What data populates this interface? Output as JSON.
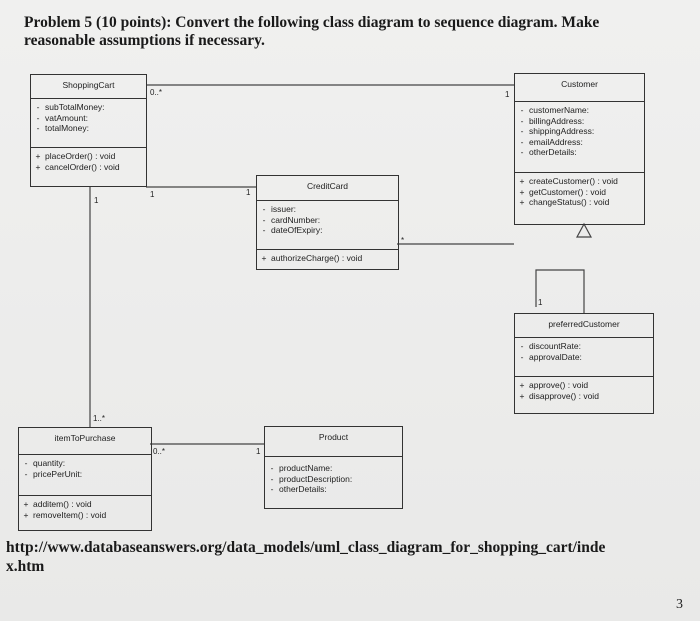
{
  "problem": {
    "line1": "Problem 5 (10 points): Convert the following class diagram to sequence diagram. Make",
    "line2": "reasonable assumptions if necessary."
  },
  "classes": {
    "shopping_cart": {
      "name": "ShoppingCart",
      "attributes": [
        {
          "vis": "-",
          "text": "subTotalMoney:"
        },
        {
          "vis": "-",
          "text": "vatAmount:"
        },
        {
          "vis": "-",
          "text": "totalMoney:"
        }
      ],
      "operations": [
        {
          "vis": "+",
          "text": "placeOrder() : void"
        },
        {
          "vis": "+",
          "text": "cancelOrder() : void"
        }
      ]
    },
    "customer": {
      "name": "Customer",
      "attributes": [
        {
          "vis": "-",
          "text": "customerName:"
        },
        {
          "vis": "-",
          "text": "billingAddress:"
        },
        {
          "vis": "-",
          "text": "shippingAddress:"
        },
        {
          "vis": "-",
          "text": "emailAddress:"
        },
        {
          "vis": "-",
          "text": "otherDetails:"
        }
      ],
      "operations": [
        {
          "vis": "+",
          "text": "createCustomer() : void"
        },
        {
          "vis": "+",
          "text": "getCustomer() : void"
        },
        {
          "vis": "+",
          "text": "changeStatus() : void"
        }
      ]
    },
    "credit_card": {
      "name": "CreditCard",
      "attributes": [
        {
          "vis": "-",
          "text": "issuer:"
        },
        {
          "vis": "-",
          "text": "cardNumber:"
        },
        {
          "vis": "-",
          "text": "dateOfExpiry:"
        }
      ],
      "operations": [
        {
          "vis": "+",
          "text": "authorizeCharge() : void"
        }
      ]
    },
    "preferred_customer": {
      "name": "preferredCustomer",
      "attributes": [
        {
          "vis": "-",
          "text": "discountRate:"
        },
        {
          "vis": "-",
          "text": "approvalDate:"
        }
      ],
      "operations": [
        {
          "vis": "+",
          "text": "approve() : void"
        },
        {
          "vis": "+",
          "text": "disapprove() : void"
        }
      ]
    },
    "item_to_purchase": {
      "name": "itemToPurchase",
      "attributes": [
        {
          "vis": "-",
          "text": "quantity:"
        },
        {
          "vis": "-",
          "text": "pricePerUnit:"
        }
      ],
      "operations": [
        {
          "vis": "+",
          "text": "additem() : void"
        },
        {
          "vis": "+",
          "text": "removeItem() : void"
        }
      ]
    },
    "product": {
      "name": "Product",
      "attributes": [
        {
          "vis": "-",
          "text": "productName:"
        },
        {
          "vis": "-",
          "text": "productDescription:"
        },
        {
          "vis": "-",
          "text": "otherDetails:"
        }
      ],
      "operations": []
    }
  },
  "multiplicities": {
    "cart_customer_cart_end": "0..*",
    "cart_customer_customer_end": "1",
    "cart_creditcard_cart_end": "1",
    "cart_creditcard_card_end": "1",
    "card_customer_end": "*",
    "preferred_end": "1",
    "cart_item_end": "1..*",
    "item_product_item_end": "0..*",
    "item_product_product_end": "1"
  },
  "url": {
    "line1": "http://www.databaseanswers.org/data_models/uml_class_diagram_for_shopping_cart/inde",
    "line2": "x.htm"
  },
  "page_number": "3"
}
